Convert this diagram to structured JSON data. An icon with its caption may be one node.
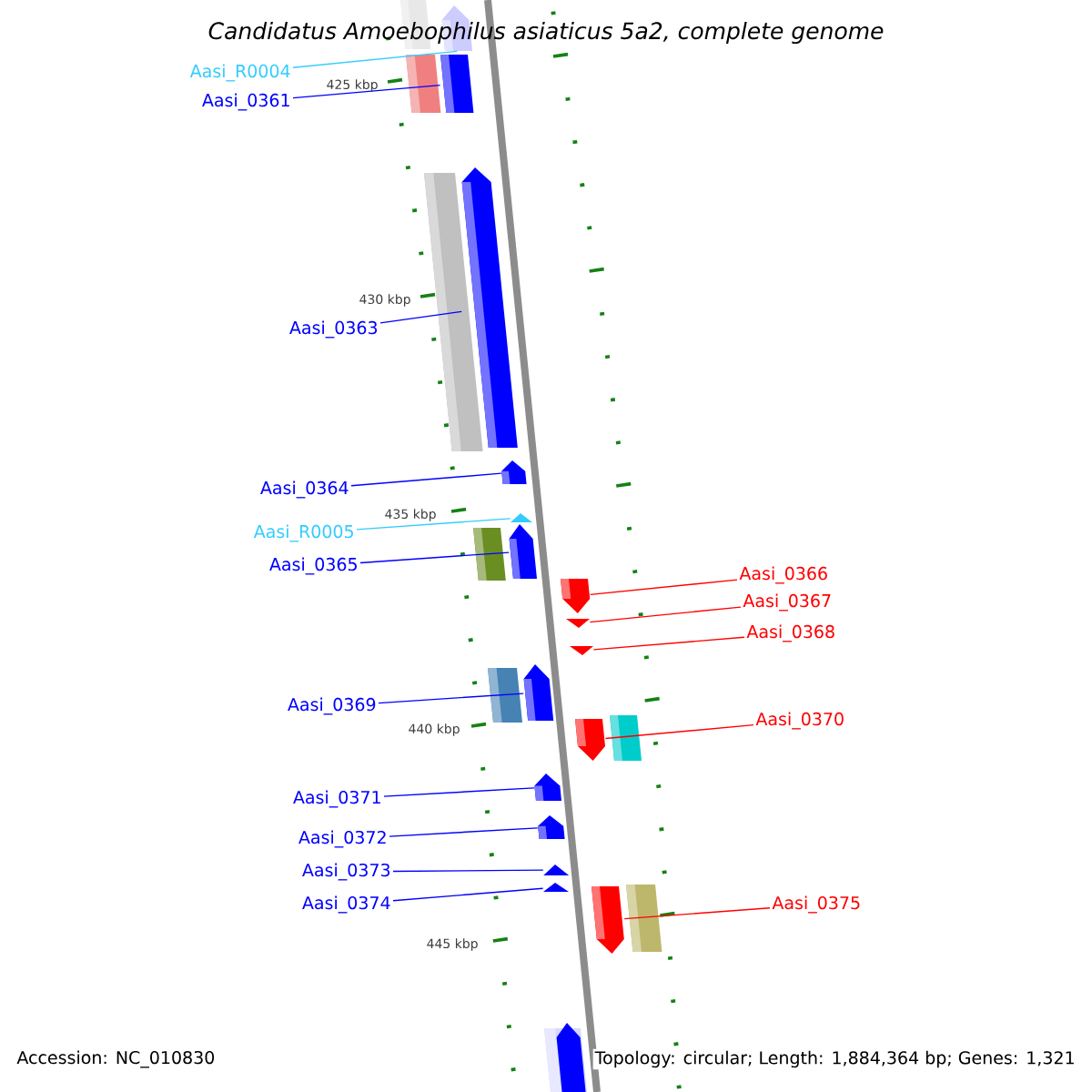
{
  "diagram": {
    "title": "Candidatus Amoebophilus asiaticus 5a2, complete genome",
    "nodes": [
      {
        "text": [
          "Aasi_R0004"
        ]
      },
      {
        "text": [],
        "shape": "arrow"
      },
      {
        "text": [
          "Aasi_0361"
        ]
      },
      {
        "text": [],
        "shape": "box"
      },
      {
        "text": [
          "Aasi_0363"
        ]
      },
      {
        "text": [],
        "shape": "arrow"
      },
      {
        "text": [
          "Aasi_0364"
        ]
      },
      {
        "text": [],
        "shape": "arrow"
      },
      {
        "text": [
          "Aasi_R0005"
        ]
      },
      {
        "text": [],
        "shape": "triangle"
      },
      {
        "text": [
          "Aasi_0365"
        ]
      },
      {
        "text": [],
        "shape": "arrow"
      },
      {
        "text": [
          "Aasi_0366"
        ]
      },
      {
        "text": [],
        "shape": "arrow"
      },
      {
        "text": [
          "Aasi_0367"
        ]
      },
      {
        "text": [],
        "shape": "triangle"
      },
      {
        "text": [
          "Aasi_0368"
        ]
      },
      {
        "text": [],
        "shape": "triangle"
      },
      {
        "text": [
          "Aasi_0369"
        ]
      },
      {
        "text": [],
        "shape": "arrow"
      },
      {
        "text": [
          "Aasi_0370"
        ]
      },
      {
        "text": [],
        "shape": "arrow"
      },
      {
        "text": [
          "Aasi_0371"
        ]
      },
      {
        "text": [],
        "shape": "arrow"
      },
      {
        "text": [
          "Aasi_0372"
        ]
      },
      {
        "text": [],
        "shape": "arrow"
      },
      {
        "text": [
          "Aasi_0373"
        ]
      },
      {
        "text": [],
        "shape": "triangle"
      },
      {
        "text": [
          "Aasi_0374"
        ]
      },
      {
        "text": [],
        "shape": "triangle"
      },
      {
        "text": [
          "Aasi_0375"
        ]
      },
      {
        "text": [],
        "shape": "arrow"
      }
    ],
    "edges": [
      {
        "from": 0,
        "to": 1,
        "arrow": "none",
        "color": "#33ccff"
      },
      {
        "from": 2,
        "to": 3,
        "arrow": "none"
      },
      {
        "from": 4,
        "to": 5,
        "arrow": "none"
      },
      {
        "from": 6,
        "to": 7,
        "arrow": "none"
      },
      {
        "from": 8,
        "to": 9,
        "arrow": "none",
        "color": "#33ccff"
      },
      {
        "from": 10,
        "to": 11,
        "arrow": "none"
      },
      {
        "from": 12,
        "to": 13,
        "arrow": "none",
        "color": "#ff0000"
      },
      {
        "from": 14,
        "to": 15,
        "arrow": "none",
        "color": "#ff0000"
      },
      {
        "from": 16,
        "to": 17,
        "arrow": "none",
        "color": "#ff0000"
      },
      {
        "from": 18,
        "to": 19,
        "arrow": "none"
      },
      {
        "from": 20,
        "to": 21,
        "arrow": "none",
        "color": "#ff0000"
      },
      {
        "from": 22,
        "to": 23,
        "arrow": "none"
      },
      {
        "from": 24,
        "to": 25,
        "arrow": "none"
      },
      {
        "from": 26,
        "to": 27,
        "arrow": "none"
      },
      {
        "from": 28,
        "to": 29,
        "arrow": "none"
      },
      {
        "from": 30,
        "to": 31,
        "arrow": "none",
        "color": "#ff0000"
      }
    ],
    "labels": [
      "425 kbp",
      "430 kbp",
      "435 kbp",
      "440 kbp",
      "445 kbp",
      "Accession: NC_010830",
      "Topology: circular; Length: 1,884,364 bp; Genes: 1,321"
    ]
  }
}
